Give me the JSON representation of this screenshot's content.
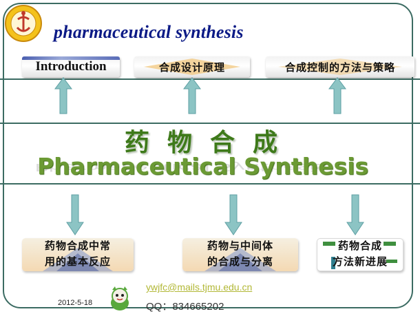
{
  "header": {
    "title": "pharmaceutical synthesis"
  },
  "top_boxes": [
    {
      "label": "Introduction"
    },
    {
      "label": "合成设计原理"
    },
    {
      "label": "合成控制的方法与策略"
    }
  ],
  "main": {
    "title_cn": "药物合成",
    "title_en": "Pharmaceutical Synthesis"
  },
  "bottom_boxes": [
    {
      "line1": "药物合成中常",
      "line2": "用的基本反应"
    },
    {
      "line1": "药物与中间体",
      "line2": "的合成与分离"
    },
    {
      "line1": "药物合成",
      "line2": "方法新进展"
    }
  ],
  "footer": {
    "date": "2012-5-18",
    "email": "ywjfc@mails.tjmu.edu.cn",
    "qq": "QQ：834665202"
  },
  "colors": {
    "frame": "#3b6b62",
    "title": "#0b1a86",
    "arrow": "#8cc4c4",
    "green_text": "#3e7a1a",
    "email": "#b2b836"
  }
}
